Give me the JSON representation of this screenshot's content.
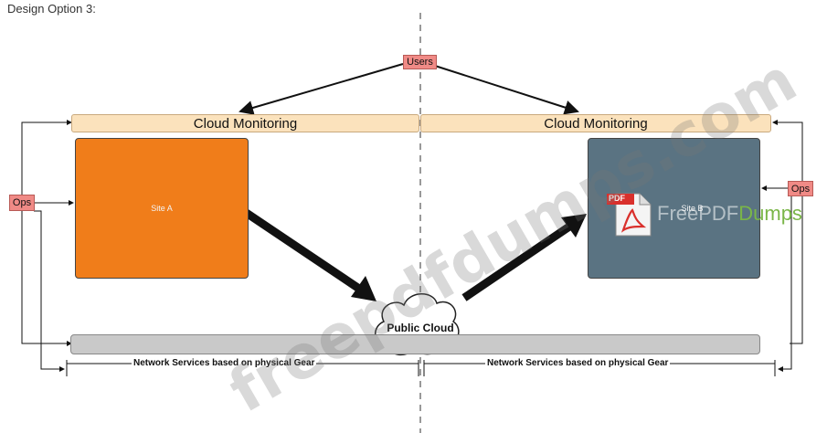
{
  "title": "Design Option 3:",
  "users_label": "Users",
  "cloud_monitoring": {
    "left_label": "Cloud Monitoring",
    "right_label": "Cloud Monitoring"
  },
  "ops": {
    "left_label": "Ops",
    "right_label": "Ops"
  },
  "sites": {
    "left_label": "Site A",
    "left_color": "#f07d1a",
    "right_label": "Site B",
    "right_color": "#5a7382"
  },
  "public_cloud_label": "Public Cloud",
  "network_services": {
    "left_label": "Network Services based on physical Gear",
    "right_label": "Network Services based on physical Gear"
  },
  "watermark": {
    "text": "freepdfdumps.com",
    "logo_part1": "FreePDF",
    "logo_part2": "Dumps",
    "pdf_icon_label": "PDF"
  },
  "colors": {
    "tag_bg": "#f08a86",
    "cloud_monitoring_bg": "#fbe2bc",
    "network_bar_bg": "#c9c9c9",
    "logo_green": "#7ab648"
  }
}
